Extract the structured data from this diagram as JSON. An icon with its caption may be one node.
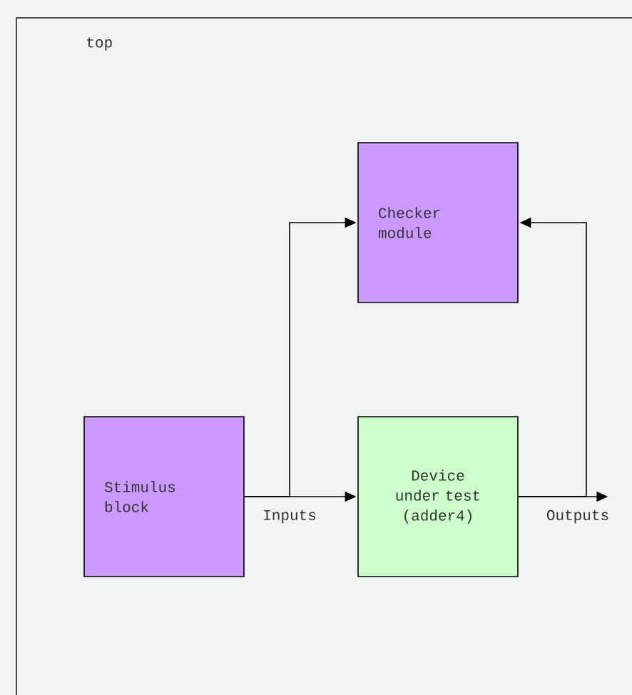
{
  "diagram": {
    "nodes": [
      {
        "text": [
          "top"
        ]
      },
      {
        "text": [
          "Checker module"
        ],
        "in": 0
      },
      {
        "text": [
          "Stimulus block"
        ],
        "in": 0
      },
      {
        "text": [
          "Device under test (adder4)"
        ],
        "in": 0
      }
    ],
    "edges": [
      {
        "from": 2,
        "to": 3,
        "arrow": "to",
        "label": "Inputs"
      },
      {
        "from": 2,
        "to": 1,
        "arrow": "to"
      },
      {
        "from": 3,
        "to": 1,
        "arrow": "to"
      },
      {
        "from": 3,
        "to": null,
        "arrow": "to",
        "label": "Outputs"
      }
    ]
  }
}
